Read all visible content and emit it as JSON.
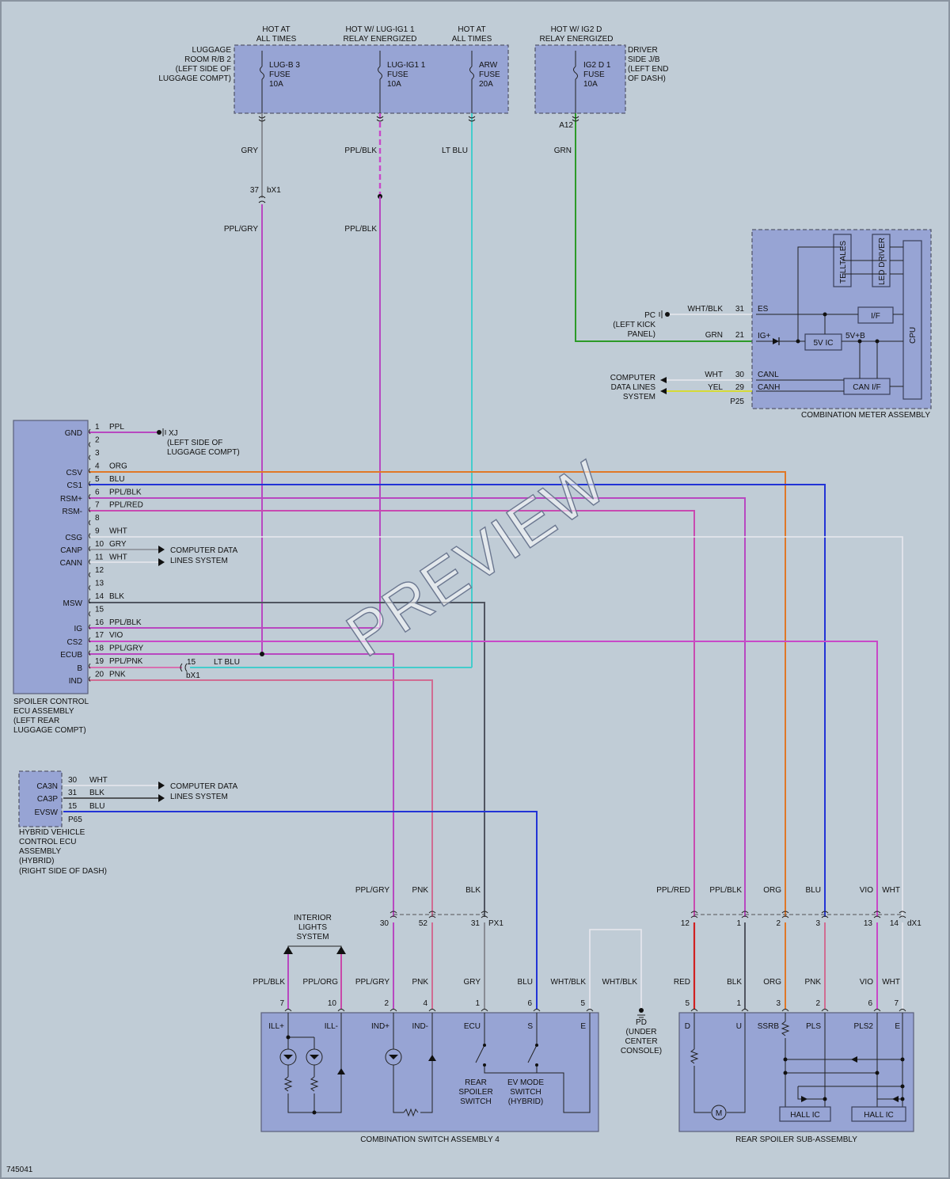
{
  "diagram_id": "745041",
  "watermark": "PREVIEW",
  "colors": {
    "purple": "#b848c0",
    "pink": "#d06c92",
    "blue": "#2233d6",
    "orange": "#e07828",
    "green": "#2c9a28",
    "cyan": "#44cccc",
    "grey": "#888c94",
    "black": "#303030",
    "red": "#d02020",
    "yellow": "#d8dc20",
    "white": "#e8e8ee",
    "magenta_pink": "#c84ab0"
  },
  "fuse_box_1": {
    "columns": [
      {
        "title1": "HOT AT",
        "title2": "ALL TIMES",
        "fuse1": "LUG-B 3",
        "fuse2": "FUSE",
        "fuse3": "10A",
        "wire": "GRY"
      },
      {
        "title1": "HOT W/ LUG-IG1 1",
        "title2": "RELAY ENERGIZED",
        "fuse1": "LUG-IG1 1",
        "fuse2": "FUSE",
        "fuse3": "10A",
        "wire": "PPL/BLK"
      },
      {
        "title1": "HOT AT",
        "title2": "ALL TIMES",
        "fuse1": "ARW",
        "fuse2": "FUSE",
        "fuse3": "20A",
        "wire": "LT BLU"
      }
    ],
    "location": [
      "LUGGAGE",
      "ROOM R/B 2",
      "(LEFT SIDE OF",
      "LUGGAGE COMPT)"
    ]
  },
  "fuse_box_2": {
    "title1": "HOT W/ IG2 D",
    "title2": "RELAY ENERGIZED",
    "fuse1": "IG2 D 1",
    "fuse2": "FUSE",
    "fuse3": "10A",
    "location": [
      "DRIVER",
      "SIDE J/B",
      "(LEFT END",
      "OF DASH)"
    ],
    "connector": "A12",
    "wire": "GRN"
  },
  "junction_bx1": {
    "pin": "37",
    "connector": "bX1",
    "wire_after": "PPL/GRY",
    "wire_ppl_blk": "PPL/BLK"
  },
  "meter": {
    "name": "COMBINATION METER ASSEMBLY",
    "blocks": {
      "telltales": "TELLTALES",
      "led_driver": "LED DRIVER",
      "cpu": "CPU",
      "if": "I/F",
      "five_v_ic": "5V IC",
      "five_v_b": "5V+B",
      "can_if": "CAN I/F"
    },
    "pins": [
      {
        "pin": "31",
        "name": "ES",
        "wire": "WHT/BLK"
      },
      {
        "pin": "21",
        "name": "IG+",
        "wire": "GRN"
      },
      {
        "pin": "30",
        "name": "CANL",
        "wire": "WHT"
      },
      {
        "pin": "29",
        "name": "CANH",
        "wire": "YEL"
      }
    ],
    "ground": [
      "PC",
      "(LEFT KICK",
      "PANEL)"
    ],
    "data_lines": [
      "COMPUTER",
      "DATA LINES",
      "SYSTEM"
    ],
    "connector": "P25"
  },
  "spoiler_ecu": {
    "name": [
      "SPOILER CONTROL",
      "ECU ASSEMBLY",
      "(LEFT REAR",
      "LUGGAGE COMPT)"
    ],
    "terminals": [
      {
        "pin": "1",
        "name": "GND",
        "wire": "PPL"
      },
      {
        "pin": "2",
        "name": "",
        "wire": ""
      },
      {
        "pin": "3",
        "name": "",
        "wire": ""
      },
      {
        "pin": "4",
        "name": "",
        "wire": "ORG"
      },
      {
        "pin": "5",
        "name": "CSV",
        "wire": "BLU"
      },
      {
        "pin": "6",
        "name": "CS1",
        "wire": "PPL/BLK"
      },
      {
        "pin": "7",
        "name": "RSM+",
        "wire": "PPL/RED"
      },
      {
        "pin": "8",
        "name": "RSM-",
        "wire": ""
      },
      {
        "pin": "9",
        "name": "",
        "wire": "WHT"
      },
      {
        "pin": "10",
        "name": "CSG",
        "wire": "GRY"
      },
      {
        "pin": "11",
        "name": "CANP",
        "wire": "WHT"
      },
      {
        "pin": "12",
        "name": "CANN",
        "wire": ""
      },
      {
        "pin": "13",
        "name": "",
        "wire": ""
      },
      {
        "pin": "14",
        "name": "",
        "wire": "BLK"
      },
      {
        "pin": "15",
        "name": "MSW",
        "wire": ""
      },
      {
        "pin": "16",
        "name": "",
        "wire": "PPL/BLK"
      },
      {
        "pin": "17",
        "name": "IG",
        "wire": "VIO"
      },
      {
        "pin": "18",
        "name": "CS2",
        "wire": "PPL/GRY"
      },
      {
        "pin": "19",
        "name": "ECUB",
        "wire": "PPL/PNK"
      },
      {
        "pin": "20",
        "name": "B",
        "wire": "PNK"
      }
    ],
    "ind_label": "IND",
    "ground": [
      "XJ",
      "(LEFT SIDE OF",
      "LUGGAGE COMPT)"
    ],
    "data_lines": [
      "COMPUTER DATA",
      "LINES SYSTEM"
    ],
    "bx1_pin": "15",
    "bx1_wire": "LT BLU",
    "bx1_connector": "bX1"
  },
  "hv_ecu": {
    "name": [
      "HYBRID VEHICLE",
      "CONTROL ECU",
      "ASSEMBLY",
      "(HYBRID)",
      "(RIGHT SIDE OF DASH)"
    ],
    "terminals": [
      {
        "pin": "30",
        "name": "CA3N",
        "wire": "WHT"
      },
      {
        "pin": "31",
        "name": "CA3P",
        "wire": "BLK"
      },
      {
        "pin": "15",
        "name": "EVSW",
        "wire": "BLU"
      }
    ],
    "connector": "P65",
    "data_lines": [
      "COMPUTER DATA",
      "LINES SYSTEM"
    ]
  },
  "px1": {
    "connector": "PX1",
    "wires_above": [
      "PPL/GRY",
      "PNK",
      "BLK"
    ],
    "pins": [
      "30",
      "52",
      "31"
    ]
  },
  "dx1": {
    "connector": "dX1",
    "wires_above": [
      "PPL/RED",
      "PPL/BLK",
      "ORG",
      "BLU",
      "VIO",
      "WHT"
    ],
    "pins": [
      "12",
      "1",
      "2",
      "3",
      "13",
      "14"
    ]
  },
  "interior_lights": [
    "INTERIOR",
    "LIGHTS",
    "SYSTEM"
  ],
  "combo_switch": {
    "name": "COMBINATION SWITCH ASSEMBLY 4",
    "pins": [
      {
        "pin": "7",
        "wire": "PPL/BLK",
        "name": "ILL+"
      },
      {
        "pin": "10",
        "wire": "PPL/ORG",
        "name": "ILL-"
      },
      {
        "pin": "2",
        "wire": "PPL/GRY",
        "name": "IND+"
      },
      {
        "pin": "4",
        "wire": "PNK",
        "name": "IND-"
      },
      {
        "pin": "1",
        "wire": "GRY",
        "name": "ECU"
      },
      {
        "pin": "6",
        "wire": "BLU",
        "name": "S"
      },
      {
        "pin": "5",
        "wire": "WHT/BLK",
        "name": "E"
      }
    ],
    "rear_switch": [
      "REAR",
      "SPOILER",
      "SWITCH"
    ],
    "ev_switch": [
      "EV MODE",
      "SWITCH",
      "(HYBRID)"
    ]
  },
  "pd_ground": {
    "wire": "WHT/BLK",
    "label": [
      "PD",
      "(UNDER",
      "CENTER",
      "CONSOLE)"
    ]
  },
  "rear_spoiler": {
    "name": "REAR SPOILER SUB-ASSEMBLY",
    "pins": [
      {
        "pin": "5",
        "wire": "RED",
        "name": "D"
      },
      {
        "pin": "1",
        "wire": "BLK",
        "name": "U"
      },
      {
        "pin": "3",
        "wire": "ORG",
        "name": "SSRB"
      },
      {
        "pin": "2",
        "wire": "PNK",
        "name": "PLS"
      },
      {
        "pin": "6",
        "wire": "VIO",
        "name": "PLS2"
      },
      {
        "pin": "7",
        "wire": "WHT",
        "name": "E"
      }
    ],
    "hall1": "HALL IC",
    "hall2": "HALL IC",
    "motor": "M"
  }
}
